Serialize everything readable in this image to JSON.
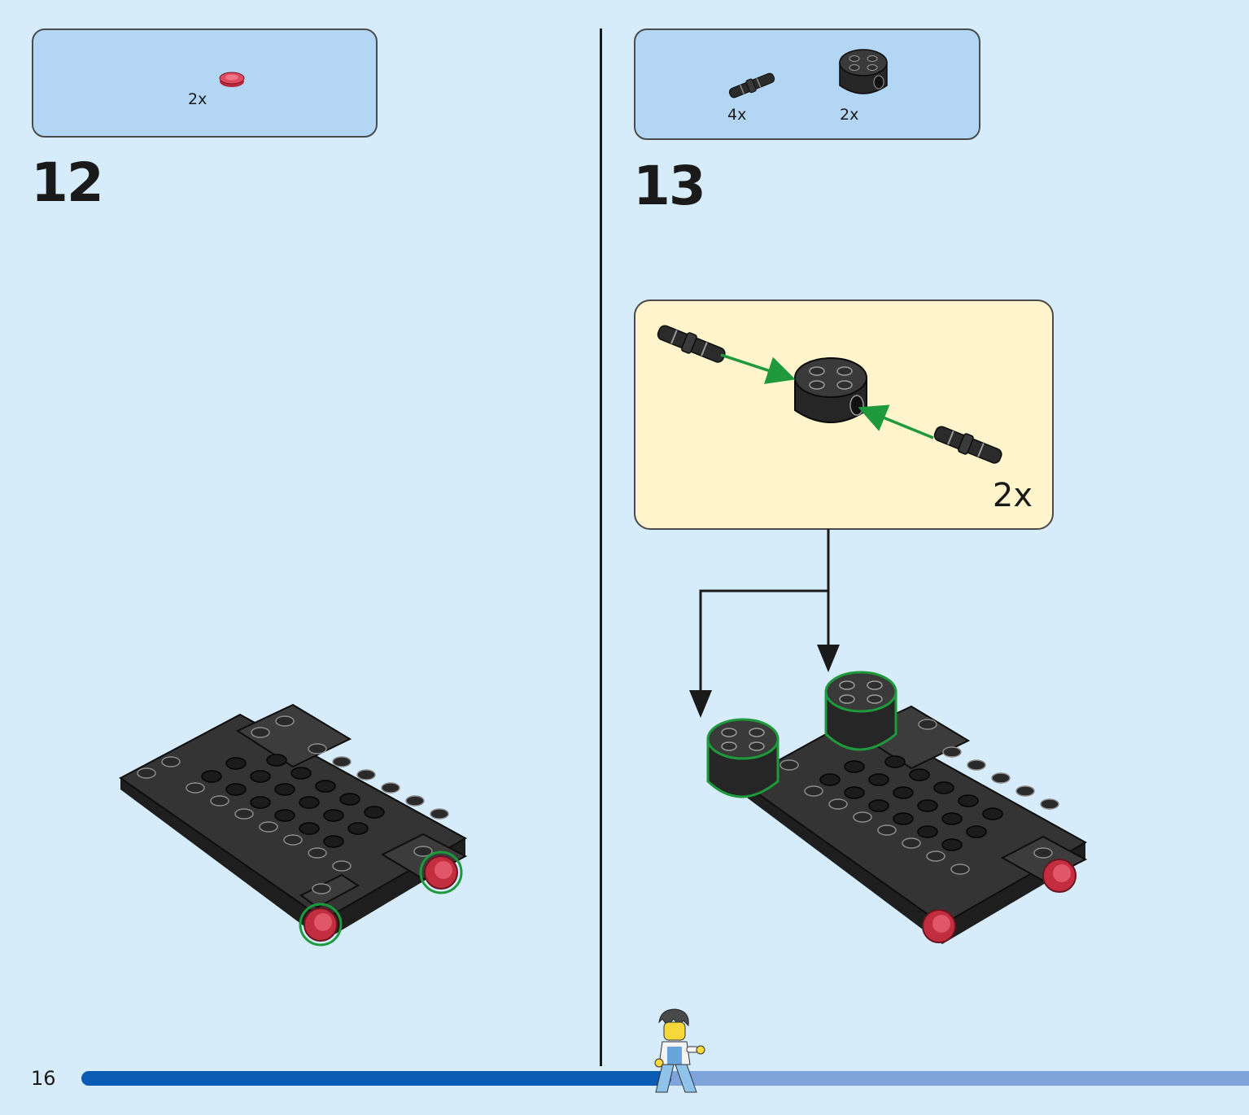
{
  "step12": {
    "number": "12",
    "parts": [
      {
        "icon": "red-round-tile-icon",
        "quantity": "2x"
      }
    ]
  },
  "step13": {
    "number": "13",
    "parts": [
      {
        "icon": "black-pin-icon",
        "quantity": "4x"
      },
      {
        "icon": "black-round-brick-icon",
        "quantity": "2x"
      }
    ],
    "subassembly_quantity": "2x"
  },
  "footer": {
    "page_number": "16",
    "progress_fraction": 0.505
  },
  "colors": {
    "background": "#d6ecfb",
    "parts_box": "#b2d6f4",
    "subassembly_box": "#fff4cc",
    "highlight_green": "#1e9a3c",
    "brick_black": "#2b2b2b",
    "accent_red": "#d9364a",
    "progress_fill": "#0a5bb3",
    "progress_track": "#7fa3db"
  }
}
